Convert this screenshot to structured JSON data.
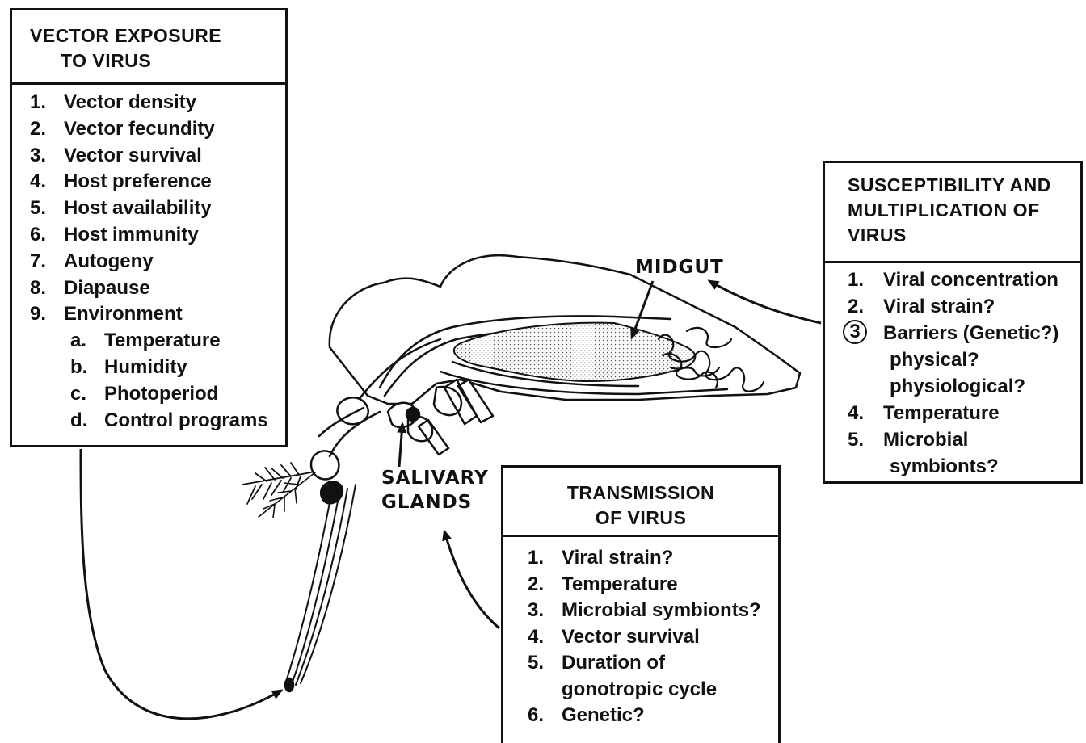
{
  "exposure_box": {
    "title_line1": "VECTOR EXPOSURE",
    "title_line2": "TO VIRUS",
    "items": [
      {
        "num": "1.",
        "text": "Vector density"
      },
      {
        "num": "2.",
        "text": "Vector fecundity"
      },
      {
        "num": "3.",
        "text": "Vector survival"
      },
      {
        "num": "4.",
        "text": "Host preference"
      },
      {
        "num": "5.",
        "text": "Host availability"
      },
      {
        "num": "6.",
        "text": "Host immunity"
      },
      {
        "num": "7.",
        "text": "Autogeny"
      },
      {
        "num": "8.",
        "text": "Diapause"
      },
      {
        "num": "9.",
        "text": "Environment"
      }
    ],
    "subitems": [
      {
        "num": "a.",
        "text": "Temperature"
      },
      {
        "num": "b.",
        "text": "Humidity"
      },
      {
        "num": "c.",
        "text": "Photoperiod"
      },
      {
        "num": "d.",
        "text": "Control programs"
      }
    ]
  },
  "susceptibility_box": {
    "title_line1": "SUSCEPTIBILITY AND",
    "title_line2": "MULTIPLICATION OF",
    "title_line3": "VIRUS",
    "items": [
      {
        "num": "1.",
        "text": "Viral concentration"
      },
      {
        "num": "2.",
        "text": "Viral strain?"
      },
      {
        "num": "3",
        "text": "Barriers (Genetic?)",
        "circled": true
      },
      {
        "num": "",
        "text": "physical?"
      },
      {
        "num": "",
        "text": "physiological?"
      },
      {
        "num": "4.",
        "text": "Temperature"
      },
      {
        "num": "5.",
        "text": "Microbial"
      },
      {
        "num": "",
        "text": "symbionts?"
      }
    ]
  },
  "transmission_box": {
    "title_line1": "TRANSMISSION",
    "title_line2": "OF VIRUS",
    "items": [
      {
        "num": "1.",
        "text": "Viral strain?"
      },
      {
        "num": "2.",
        "text": "Temperature"
      },
      {
        "num": "3.",
        "text": "Microbial symbionts?"
      },
      {
        "num": "4.",
        "text": "Vector survival"
      },
      {
        "num": "5.",
        "text": "Duration of"
      },
      {
        "num": "",
        "text": "gonotropic cycle"
      },
      {
        "num": "6.",
        "text": "Genetic?"
      }
    ]
  },
  "labels": {
    "midgut": "MIDGUT",
    "salivary_line1": "SALIVARY",
    "salivary_line2": "GLANDS"
  },
  "colors": {
    "ink": "#111111",
    "background": "#ffffff",
    "stipple": "#bdbdbd"
  }
}
